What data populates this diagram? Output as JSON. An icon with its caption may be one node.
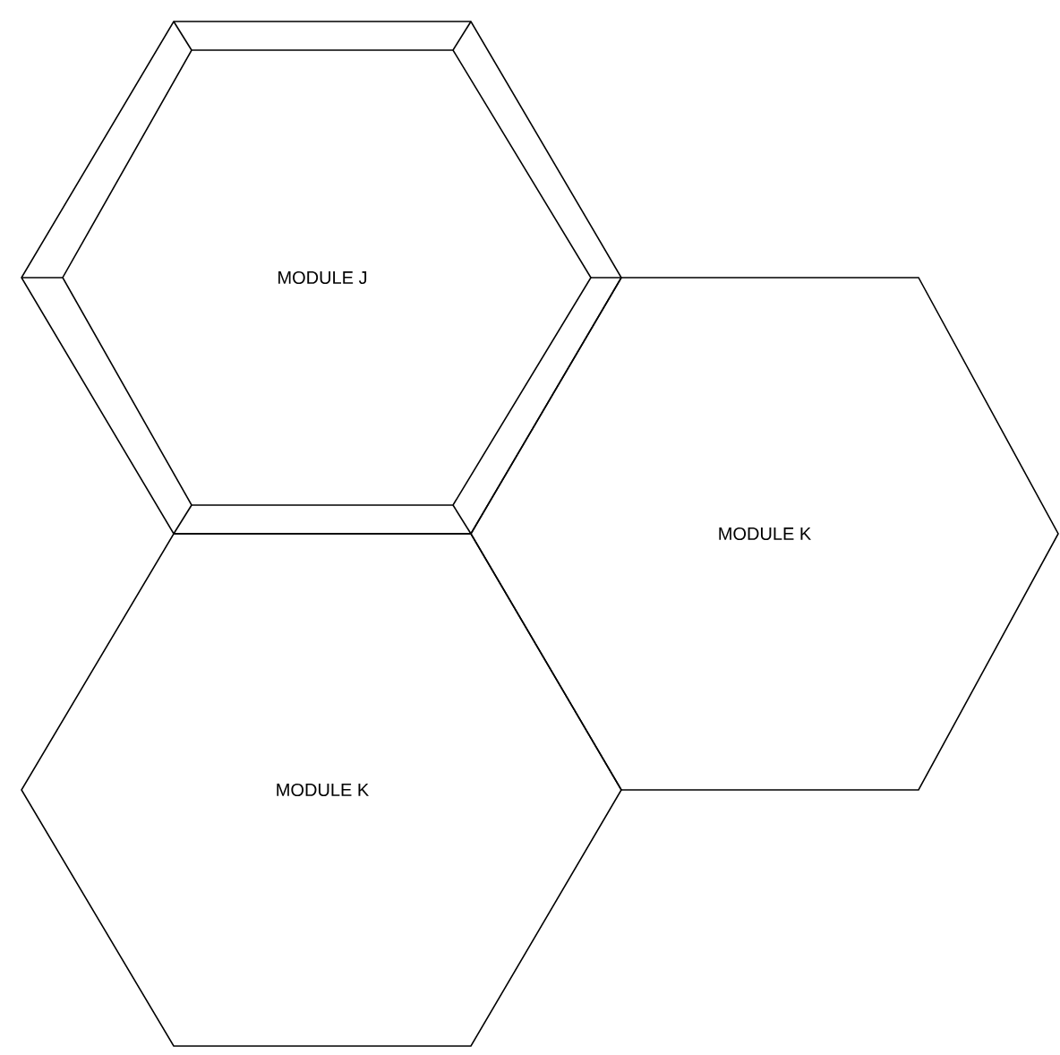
{
  "diagram": {
    "nodes": [
      {
        "text": [
          "MODULE J"
        ]
      },
      {
        "text": [
          "MODULE K"
        ]
      },
      {
        "text": [
          "MODULE K"
        ]
      }
    ]
  }
}
